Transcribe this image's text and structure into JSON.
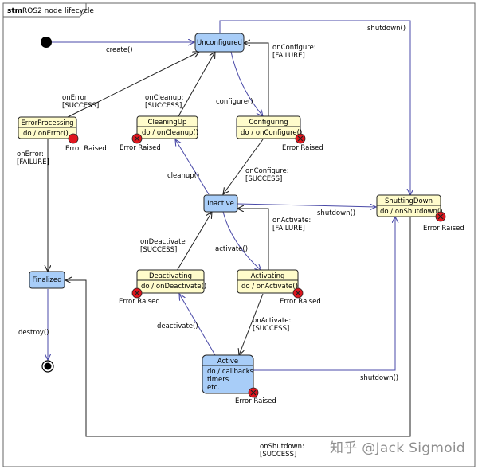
{
  "frame": {
    "stm": "stm",
    "title": "ROS2 node lifecycle"
  },
  "states": {
    "unconfigured": "Unconfigured",
    "error_processing": {
      "name": "ErrorProcessing",
      "action": "do / onError()"
    },
    "cleaning_up": {
      "name": "CleaningUp",
      "action": "do / onCleanup()"
    },
    "configuring": {
      "name": "Configuring",
      "action": "do / onConfigure()"
    },
    "inactive": "Inactive",
    "shutting_down": {
      "name": "ShuttingDown",
      "action": "do / onShutdown()"
    },
    "finalized": "Finalized",
    "deactivating": {
      "name": "Deactivating",
      "action": "do / onDeactivate()"
    },
    "activating": {
      "name": "Activating",
      "action": "do / onActivate()"
    },
    "active": {
      "name": "Active",
      "lines": [
        "do / callbacks",
        "timers",
        "etc."
      ]
    }
  },
  "error_raised": "Error Raised",
  "labels": {
    "create": "create()",
    "on_error_success": [
      "onError:",
      "[SUCCESS]"
    ],
    "on_error_failure": [
      "onError:",
      "[FAILURE]"
    ],
    "on_cleanup_success": [
      "onCleanup:",
      "[SUCCESS]"
    ],
    "configure": "configure()",
    "on_configure_failure": [
      "onConfigure:",
      "[FAILURE]"
    ],
    "on_configure_success": [
      "onConfigure:",
      "[SUCCESS]"
    ],
    "cleanup": "cleanup()",
    "shutdown": "shutdown()",
    "on_activate_failure": [
      "onActivate:",
      "[FAILURE]"
    ],
    "on_activate_success": [
      "onActivate:",
      "[SUCCESS]"
    ],
    "on_deactivate_success": [
      "onDeactivate",
      "[SUCCESS]"
    ],
    "activate": "activate()",
    "deactivate": "deactivate()",
    "destroy": "destroy()",
    "on_shutdown_success": [
      "onShutdown:",
      "[SUCCESS]"
    ]
  },
  "watermark": "知乎 @Jack Sigmoid",
  "colors": {
    "key_state": "#a8cdf8",
    "transition_state": "#fffccb",
    "error": "#e0161e",
    "arrow": "#4a4aa8",
    "line": "#222222"
  }
}
